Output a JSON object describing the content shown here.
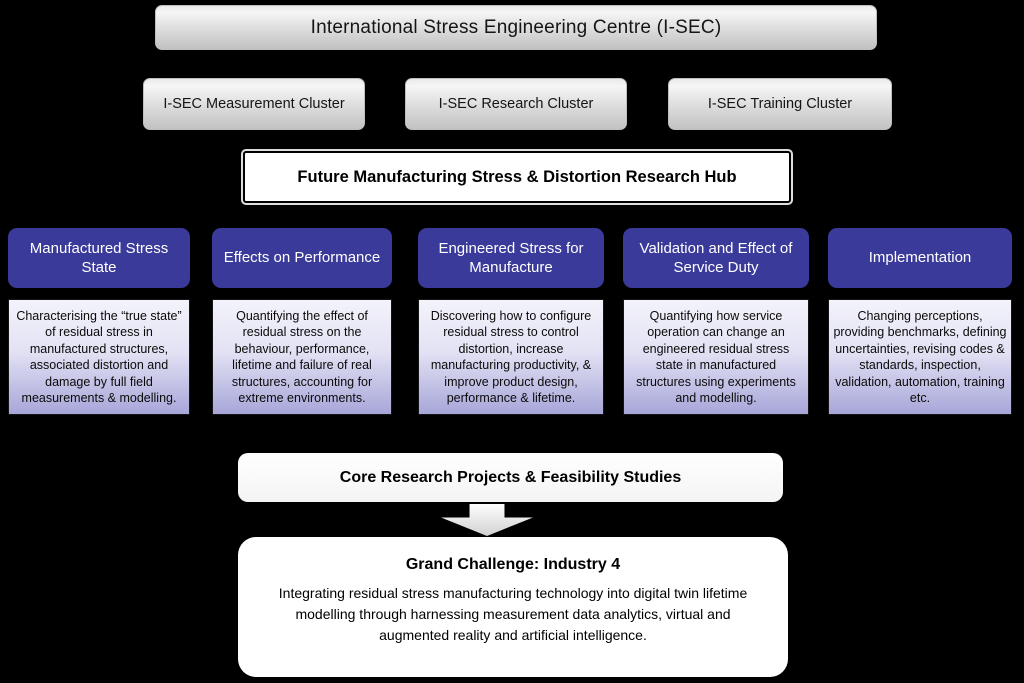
{
  "diagram": {
    "title": "International Stress Engineering Centre (I-SEC)",
    "clusters": [
      "I-SEC Measurement Cluster",
      "I-SEC Research Cluster",
      "I-SEC Training Cluster"
    ],
    "hub_label": "Future Manufacturing Stress & Distortion Research Hub",
    "themes": [
      {
        "title": "Manufactured Stress State",
        "description": "Characterising the “true state” of residual stress in manufactured structures, associated distortion and damage by full field measurements & modelling."
      },
      {
        "title": "Effects on Performance",
        "description": "Quantifying the effect of residual stress on the behaviour, performance, lifetime and failure of real structures, accounting for extreme environments."
      },
      {
        "title": "Engineered Stress for Manufacture",
        "description": "Discovering how to configure residual stress to control distortion, increase manufacturing productivity, & improve product design, performance & lifetime."
      },
      {
        "title": "Validation and Effect of Service Duty",
        "description": "Quantifying how service operation can change an engineered residual stress state in manufactured structures using experiments and modelling."
      },
      {
        "title": "Implementation",
        "description": "Changing perceptions, providing benchmarks, defining uncertainties, revising codes & standards, inspection, validation, automation, training etc."
      }
    ],
    "core_label": "Core Research Projects & Feasibility Studies",
    "grand_challenge": {
      "title": "Grand Challenge: Industry 4",
      "description": "Integrating residual stress manufacturing technology into digital twin lifetime modelling through harnessing measurement data analytics, virtual and augmented reality and artificial intelligence."
    },
    "colors": {
      "background": "#000000",
      "accent_purple": "#3A3A9A",
      "description_gradient_top": "#F3F3FB",
      "description_gradient_bottom": "#A7A6D9",
      "banner_gray": "#D9D9D9",
      "card_white": "#FFFFFF"
    }
  }
}
